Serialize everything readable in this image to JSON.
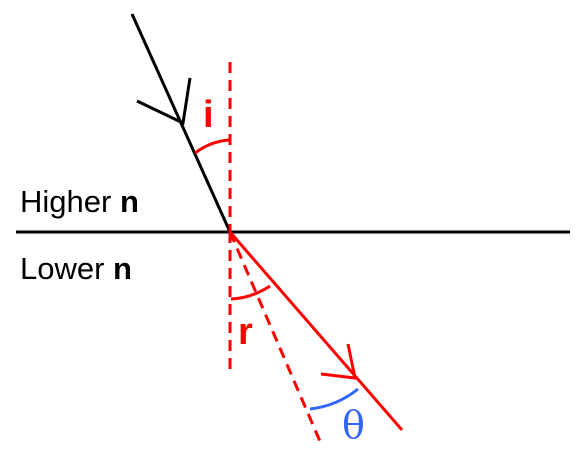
{
  "media": {
    "upper_word": "Higher ",
    "upper_symbol": "n",
    "lower_word": "Lower ",
    "lower_symbol": "n"
  },
  "angles": {
    "incidence": "i",
    "refraction": "r",
    "deviation": "θ"
  },
  "colors": {
    "incident_ray": "#000000",
    "refracted_ray": "#ff0000",
    "normal_line": "#ff0000",
    "angle_label": "#ff0000",
    "deviation_arc": "#3366ff"
  }
}
